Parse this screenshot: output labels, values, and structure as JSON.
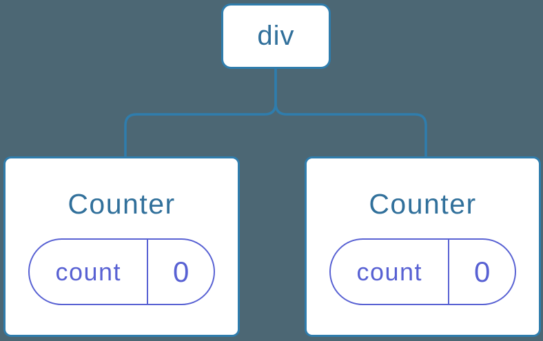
{
  "diagram": {
    "root": {
      "label": "div"
    },
    "children": [
      {
        "title": "Counter",
        "state": {
          "key": "count",
          "value": "0"
        }
      },
      {
        "title": "Counter",
        "state": {
          "key": "count",
          "value": "0"
        }
      }
    ]
  },
  "colors": {
    "background": "#4C6774",
    "node_bg": "#FFFFFF",
    "stroke_blue": "#2F7DAD",
    "text_blue": "#31709B",
    "state_purple": "#5861D3"
  }
}
